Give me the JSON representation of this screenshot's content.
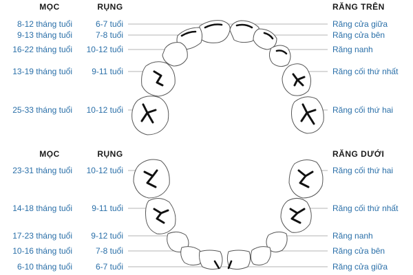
{
  "upper": {
    "header_eruption": "MỌC",
    "header_shedding": "RỤNG",
    "header_jaw": "RĂNG TRÊN",
    "rows": [
      {
        "eruption": "8-12 tháng tuổi",
        "shedding": "6-7 tuổi",
        "tooth": "Răng cửa giữa"
      },
      {
        "eruption": "9-13 tháng tuổi",
        "shedding": "7-8 tuổi",
        "tooth": "Răng cửa bên"
      },
      {
        "eruption": "16-22 tháng tuổi",
        "shedding": "10-12 tuổi",
        "tooth": "Răng nanh"
      },
      {
        "eruption": "13-19 tháng tuổi",
        "shedding": "9-11 tuổi",
        "tooth": "Răng cối thứ nhất"
      },
      {
        "eruption": "25-33 tháng tuổi",
        "shedding": "10-12 tuổi",
        "tooth": "Răng cối thứ hai"
      }
    ]
  },
  "lower": {
    "header_eruption": "MỌC",
    "header_shedding": "RỤNG",
    "header_jaw": "RĂNG DƯỚI",
    "rows": [
      {
        "eruption": "23-31 tháng tuổi",
        "shedding": "10-12 tuổi",
        "tooth": "Răng cối thứ hai"
      },
      {
        "eruption": "14-18 tháng tuổi",
        "shedding": "9-11 tuổi",
        "tooth": "Răng cối thứ nhất"
      },
      {
        "eruption": "17-23 tháng tuổi",
        "shedding": "9-12 tuổi",
        "tooth": "Răng nanh"
      },
      {
        "eruption": "10-16 tháng tuổi",
        "shedding": "7-8 tuổi",
        "tooth": "Răng cửa bên"
      },
      {
        "eruption": "6-10 tháng tuổi",
        "shedding": "6-7 tuổi",
        "tooth": "Răng cửa giữa"
      }
    ]
  },
  "colors": {
    "label_text": "#2a6fa8",
    "header_text": "#1a1a1a",
    "leader_line": "#9a9a9a",
    "tooth_outline": "#555555"
  }
}
